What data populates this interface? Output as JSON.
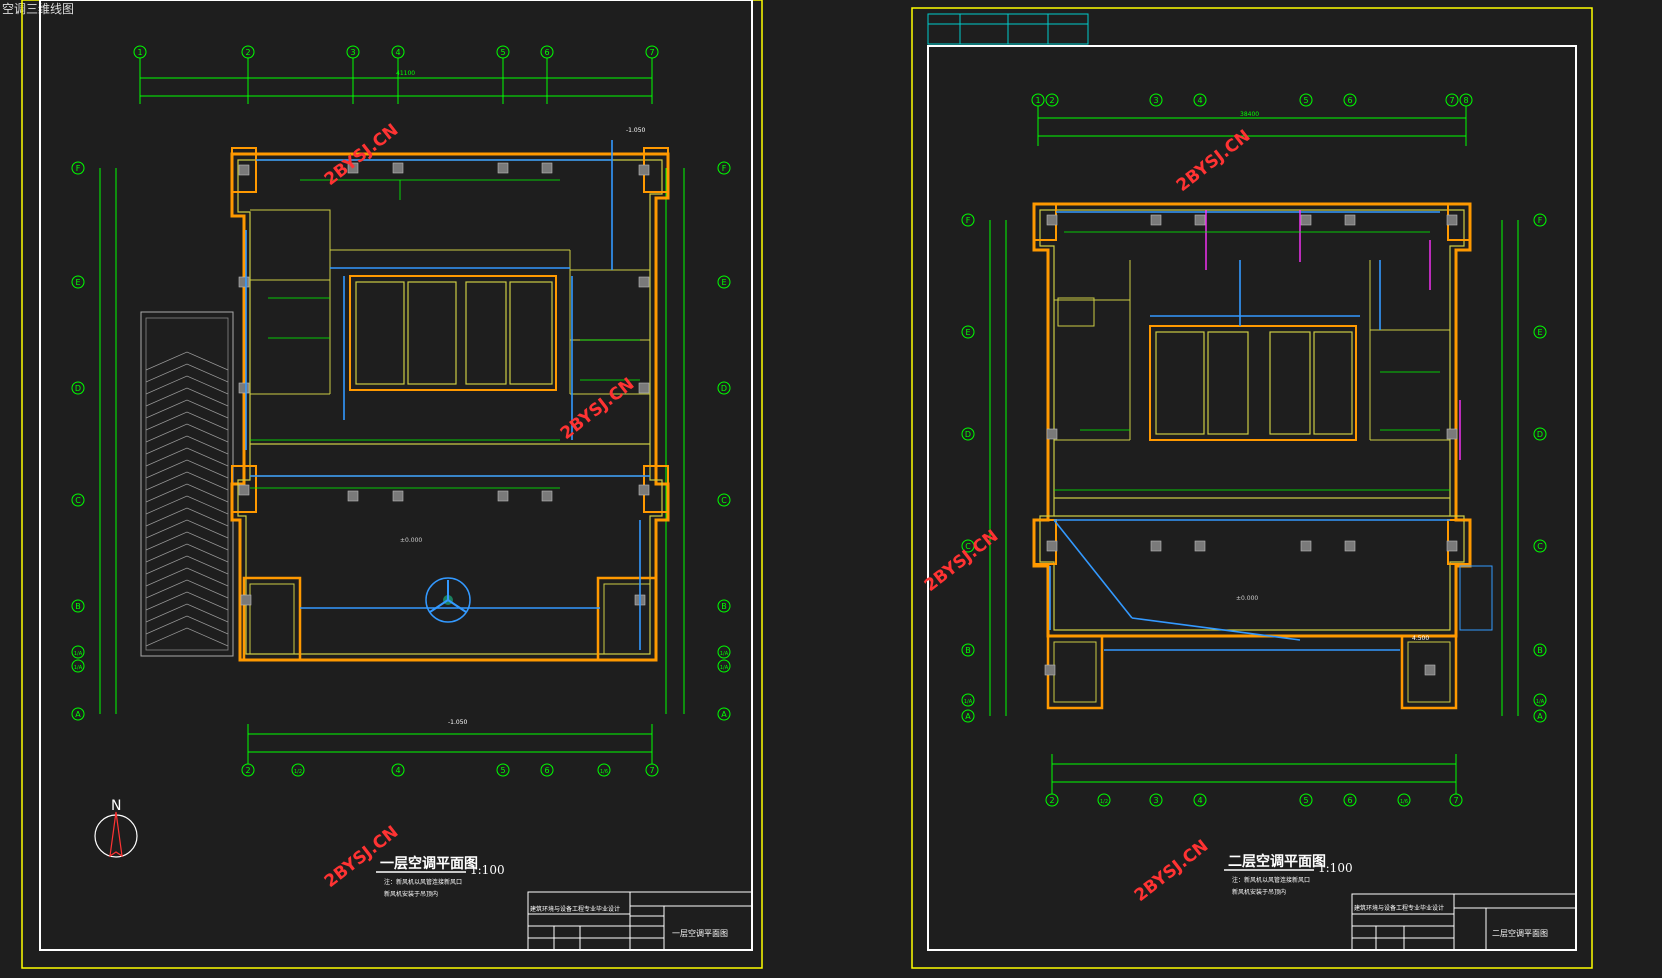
{
  "caption": "空调三维线图",
  "watermark": "2BYSJ.CN",
  "north_label": "N",
  "scale": "1:100",
  "sheet1": {
    "title": "一层空调平面图",
    "note_line1": "注：新风机以风管连接新风口",
    "note_line2": "新风机安装于吊顶内",
    "titleblock_school": "建筑环境与设备工程专业毕业设计",
    "titleblock_name": "一层空调平面图",
    "axes_top": [
      "1",
      "2",
      "3",
      "4",
      "5",
      "6",
      "7"
    ],
    "axes_bottom": [
      "2",
      "1/2",
      "4",
      "5",
      "6",
      "1/6",
      "7"
    ],
    "axes_left": [
      "F",
      "E",
      "D",
      "C",
      "B",
      "1/A",
      "1/A",
      "A"
    ],
    "elev_top": "-1.050",
    "elev_bottom": "-1.050",
    "elev_mid": "±0.000",
    "total_dim": "41100"
  },
  "sheet2": {
    "title": "二层空调平面图",
    "note_line1": "注：新风机以风管连接新风口",
    "note_line2": "新风机安装于吊顶内",
    "titleblock_school": "建筑环境与设备工程专业毕业设计",
    "titleblock_name": "二层空调平面图",
    "axes_top": [
      "1",
      "2",
      "3",
      "4",
      "5",
      "6",
      "7",
      "8"
    ],
    "axes_bottom": [
      "2",
      "1/2",
      "3",
      "4",
      "5",
      "6",
      "1/6",
      "7"
    ],
    "axes_left": [
      "F",
      "E",
      "D",
      "C",
      "B",
      "1/A",
      "A"
    ],
    "elev_mid": "±0.000",
    "elev_stair": "4.500",
    "total_dim": "38400"
  },
  "colors": {
    "background": "#1e1e1e",
    "border": "#ffffff",
    "frame": "#ffff00",
    "dimension": "#00ff00",
    "wall_orange": "#ff9900",
    "wall_yellow": "#cccc44",
    "duct": "#3399ff",
    "watermark": "#ff3333",
    "pipe_magenta": "#ff33ff"
  }
}
